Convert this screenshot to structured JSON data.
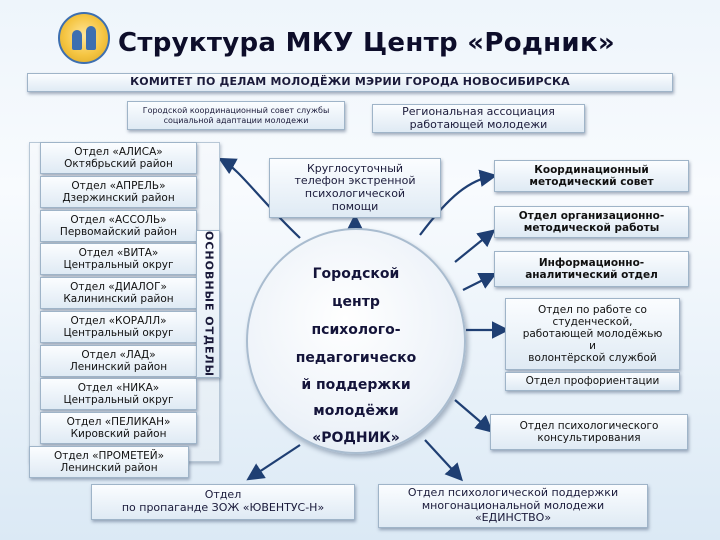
{
  "title": "Структура МКУ Центр «Родник»",
  "committee": "КОМИТЕТ ПО ДЕЛАМ МОЛОДЁЖИ МЭРИИ ГОРОДА НОВОСИБИРСКА",
  "council": [
    "Городской координационный совет службы",
    "социальной адаптации молодежи"
  ],
  "association": [
    "Региональная ассоциация",
    "работающей молодежи"
  ],
  "vertical_label": "ОСНОВНЫЕ ОТДЕЛЫ",
  "departments": [
    {
      "name": "Отдел «АЛИСА»",
      "district": "Октябрьский район"
    },
    {
      "name": "Отдел «АПРЕЛЬ»",
      "district": "Дзержинский район"
    },
    {
      "name": "Отдел «АССОЛЬ»",
      "district": "Первомайский район"
    },
    {
      "name": "Отдел «ВИТА»",
      "district": "Центральный округ"
    },
    {
      "name": "Отдел «ДИАЛОГ»",
      "district": "Калининский район"
    },
    {
      "name": "Отдел «КОРАЛЛ»",
      "district": "Центральный округ"
    },
    {
      "name": "Отдел «ЛАД»",
      "district": "Ленинский район"
    },
    {
      "name": "Отдел «НИКА»",
      "district": "Центральный округ"
    },
    {
      "name": "Отдел «ПЕЛИКАН»",
      "district": "Кировский район"
    },
    {
      "name": "Отдел «ПРОМЕТЕЙ»",
      "district": "Ленинский район"
    }
  ],
  "hotline": [
    "Круглосуточный",
    "телефон экстренной",
    "психологической",
    "помощи"
  ],
  "center": [
    "Городской",
    "центр",
    "психолого-",
    "педагогическо",
    "й поддержки",
    "молодёжи",
    "«РОДНИК»"
  ],
  "right_boxes": [
    {
      "lines": [
        "Координационный",
        "методический совет"
      ]
    },
    {
      "lines": [
        "Отдел организационно-",
        "методической работы"
      ]
    },
    {
      "lines": [
        "Информационно-",
        "аналитический отдел"
      ]
    },
    {
      "lines": [
        "Отдел по работе со",
        "студенческой,",
        "работающей молодёжью",
        "и",
        "волонтёрской службой"
      ]
    },
    {
      "lines": [
        "Отдел профориентации"
      ]
    },
    {
      "lines": [
        "Отдел психологического",
        "консультирования"
      ]
    }
  ],
  "propaganda": [
    "Отдел",
    "по пропаганде ЗОЖ «ЮВЕНТУС-Н»"
  ],
  "ethno": [
    "Отдел психологической поддержки",
    "многонациональной молодежи",
    "«ЕДИНСТВО»"
  ],
  "colors": {
    "arrow": "#1f3f73",
    "box_border": "#9fb4c8",
    "title": "#0d0d2a"
  }
}
